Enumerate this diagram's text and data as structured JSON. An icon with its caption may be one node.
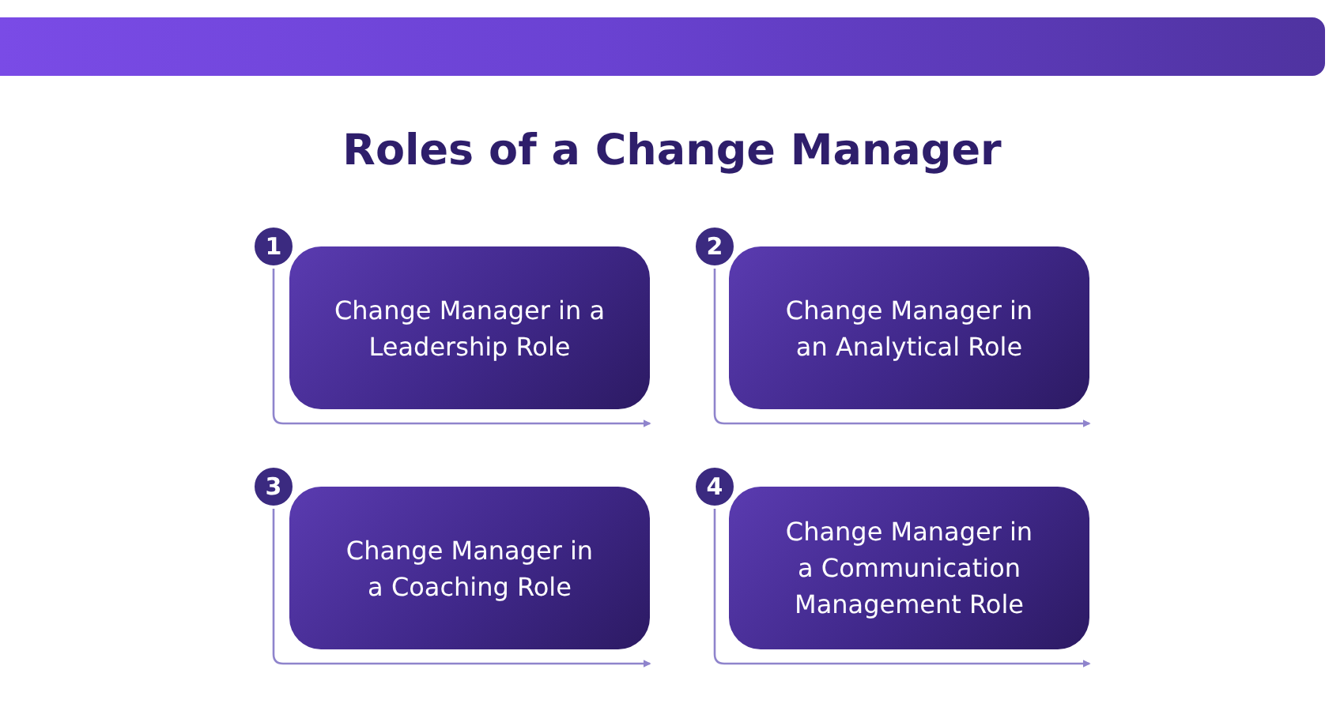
{
  "diagram": {
    "title": "Roles of a Change Manager",
    "nodes": [
      {
        "text": [
          "1"
        ]
      },
      {
        "text": [
          "Change Manager in a Leadership Role"
        ]
      },
      {
        "text": [
          "2"
        ]
      },
      {
        "text": [
          "Change Manager in an Analytical Role"
        ]
      },
      {
        "text": [
          "3"
        ]
      },
      {
        "text": [
          "Change Manager in a Coaching Role"
        ]
      },
      {
        "text": [
          "4"
        ]
      },
      {
        "text": [
          "Change Manager in a Communication Management Role"
        ]
      }
    ],
    "edges": [
      {
        "from": 0,
        "to": 1,
        "arrow": "to"
      },
      {
        "from": 2,
        "to": 3,
        "arrow": "to"
      },
      {
        "from": 4,
        "to": 5,
        "arrow": "to"
      },
      {
        "from": 6,
        "to": 7,
        "arrow": "to"
      }
    ]
  }
}
